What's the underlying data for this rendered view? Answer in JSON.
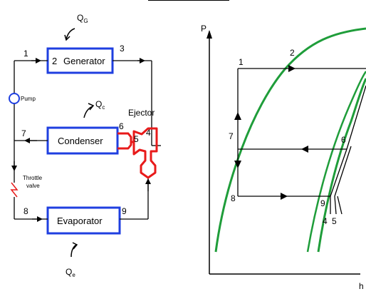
{
  "colors": {
    "box_border": "#1f3fe0",
    "ejector": "#e81a1a",
    "curve": "#1f9d3a",
    "line": "#000000"
  },
  "schematic": {
    "generator": {
      "label": "Generator",
      "inlet_num": "2"
    },
    "condenser": {
      "label": "Condenser"
    },
    "evaporator": {
      "label": "Evaporator"
    },
    "pump_label": "Pump",
    "ejector_label": "Ejector",
    "throttle_label_line1": "Throttle",
    "throttle_label_line2": "valve",
    "heat": {
      "q_generator": {
        "sym": "Q",
        "sub": "G"
      },
      "q_condenser": {
        "sym": "Q",
        "sub": "c"
      },
      "q_evaporator": {
        "sym": "Q",
        "sub": "e"
      }
    },
    "state_points": {
      "p1": "1",
      "p3": "3",
      "p4": "4",
      "p5": "5",
      "p6": "6",
      "p7": "7",
      "p8": "8",
      "p9": "9"
    }
  },
  "ph_diagram": {
    "y_axis_label": "P",
    "x_axis_label": "h",
    "points": {
      "p1": "1",
      "p2": "2",
      "p4": "4",
      "p5": "5",
      "p6": "6",
      "p7": "7",
      "p8": "8",
      "p9": "9"
    }
  }
}
